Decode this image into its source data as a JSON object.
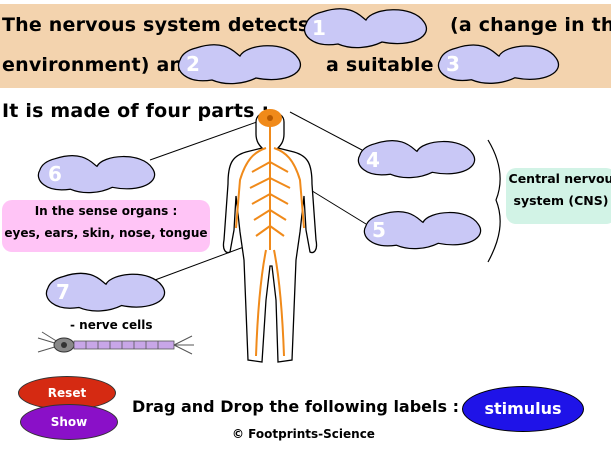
{
  "intro": {
    "line1_part1": "The nervous system detects a",
    "line1_part2": "(a change in the",
    "line2_part1": "environment) and",
    "line2_part2": "a  suitable",
    "parts_heading": "It is made of four parts :"
  },
  "drop_targets": [
    "1",
    "2",
    "3",
    "4",
    "5",
    "6",
    "7"
  ],
  "sense_organs": {
    "line1": "In the sense organs :",
    "line2": "eyes, ears, skin, nose, tongue"
  },
  "cns": {
    "line1": "Central nervou",
    "line2": "system (CNS)"
  },
  "nerve_cells_label": "- nerve cells",
  "buttons": {
    "reset": "Reset",
    "show_answers": "Show answers"
  },
  "drag_instruction": "Drag and Drop the following labels :",
  "draggable_label": "stimulus",
  "copyright": "© Footprints-Science",
  "colors": {
    "banner": "#f3d3ae",
    "cloud": "#c9c8f6",
    "reset_button": "#d52a12",
    "show_button": "#8a10c8",
    "stimulus_label": "#1f13e8",
    "nerve": "#f08a1a"
  }
}
